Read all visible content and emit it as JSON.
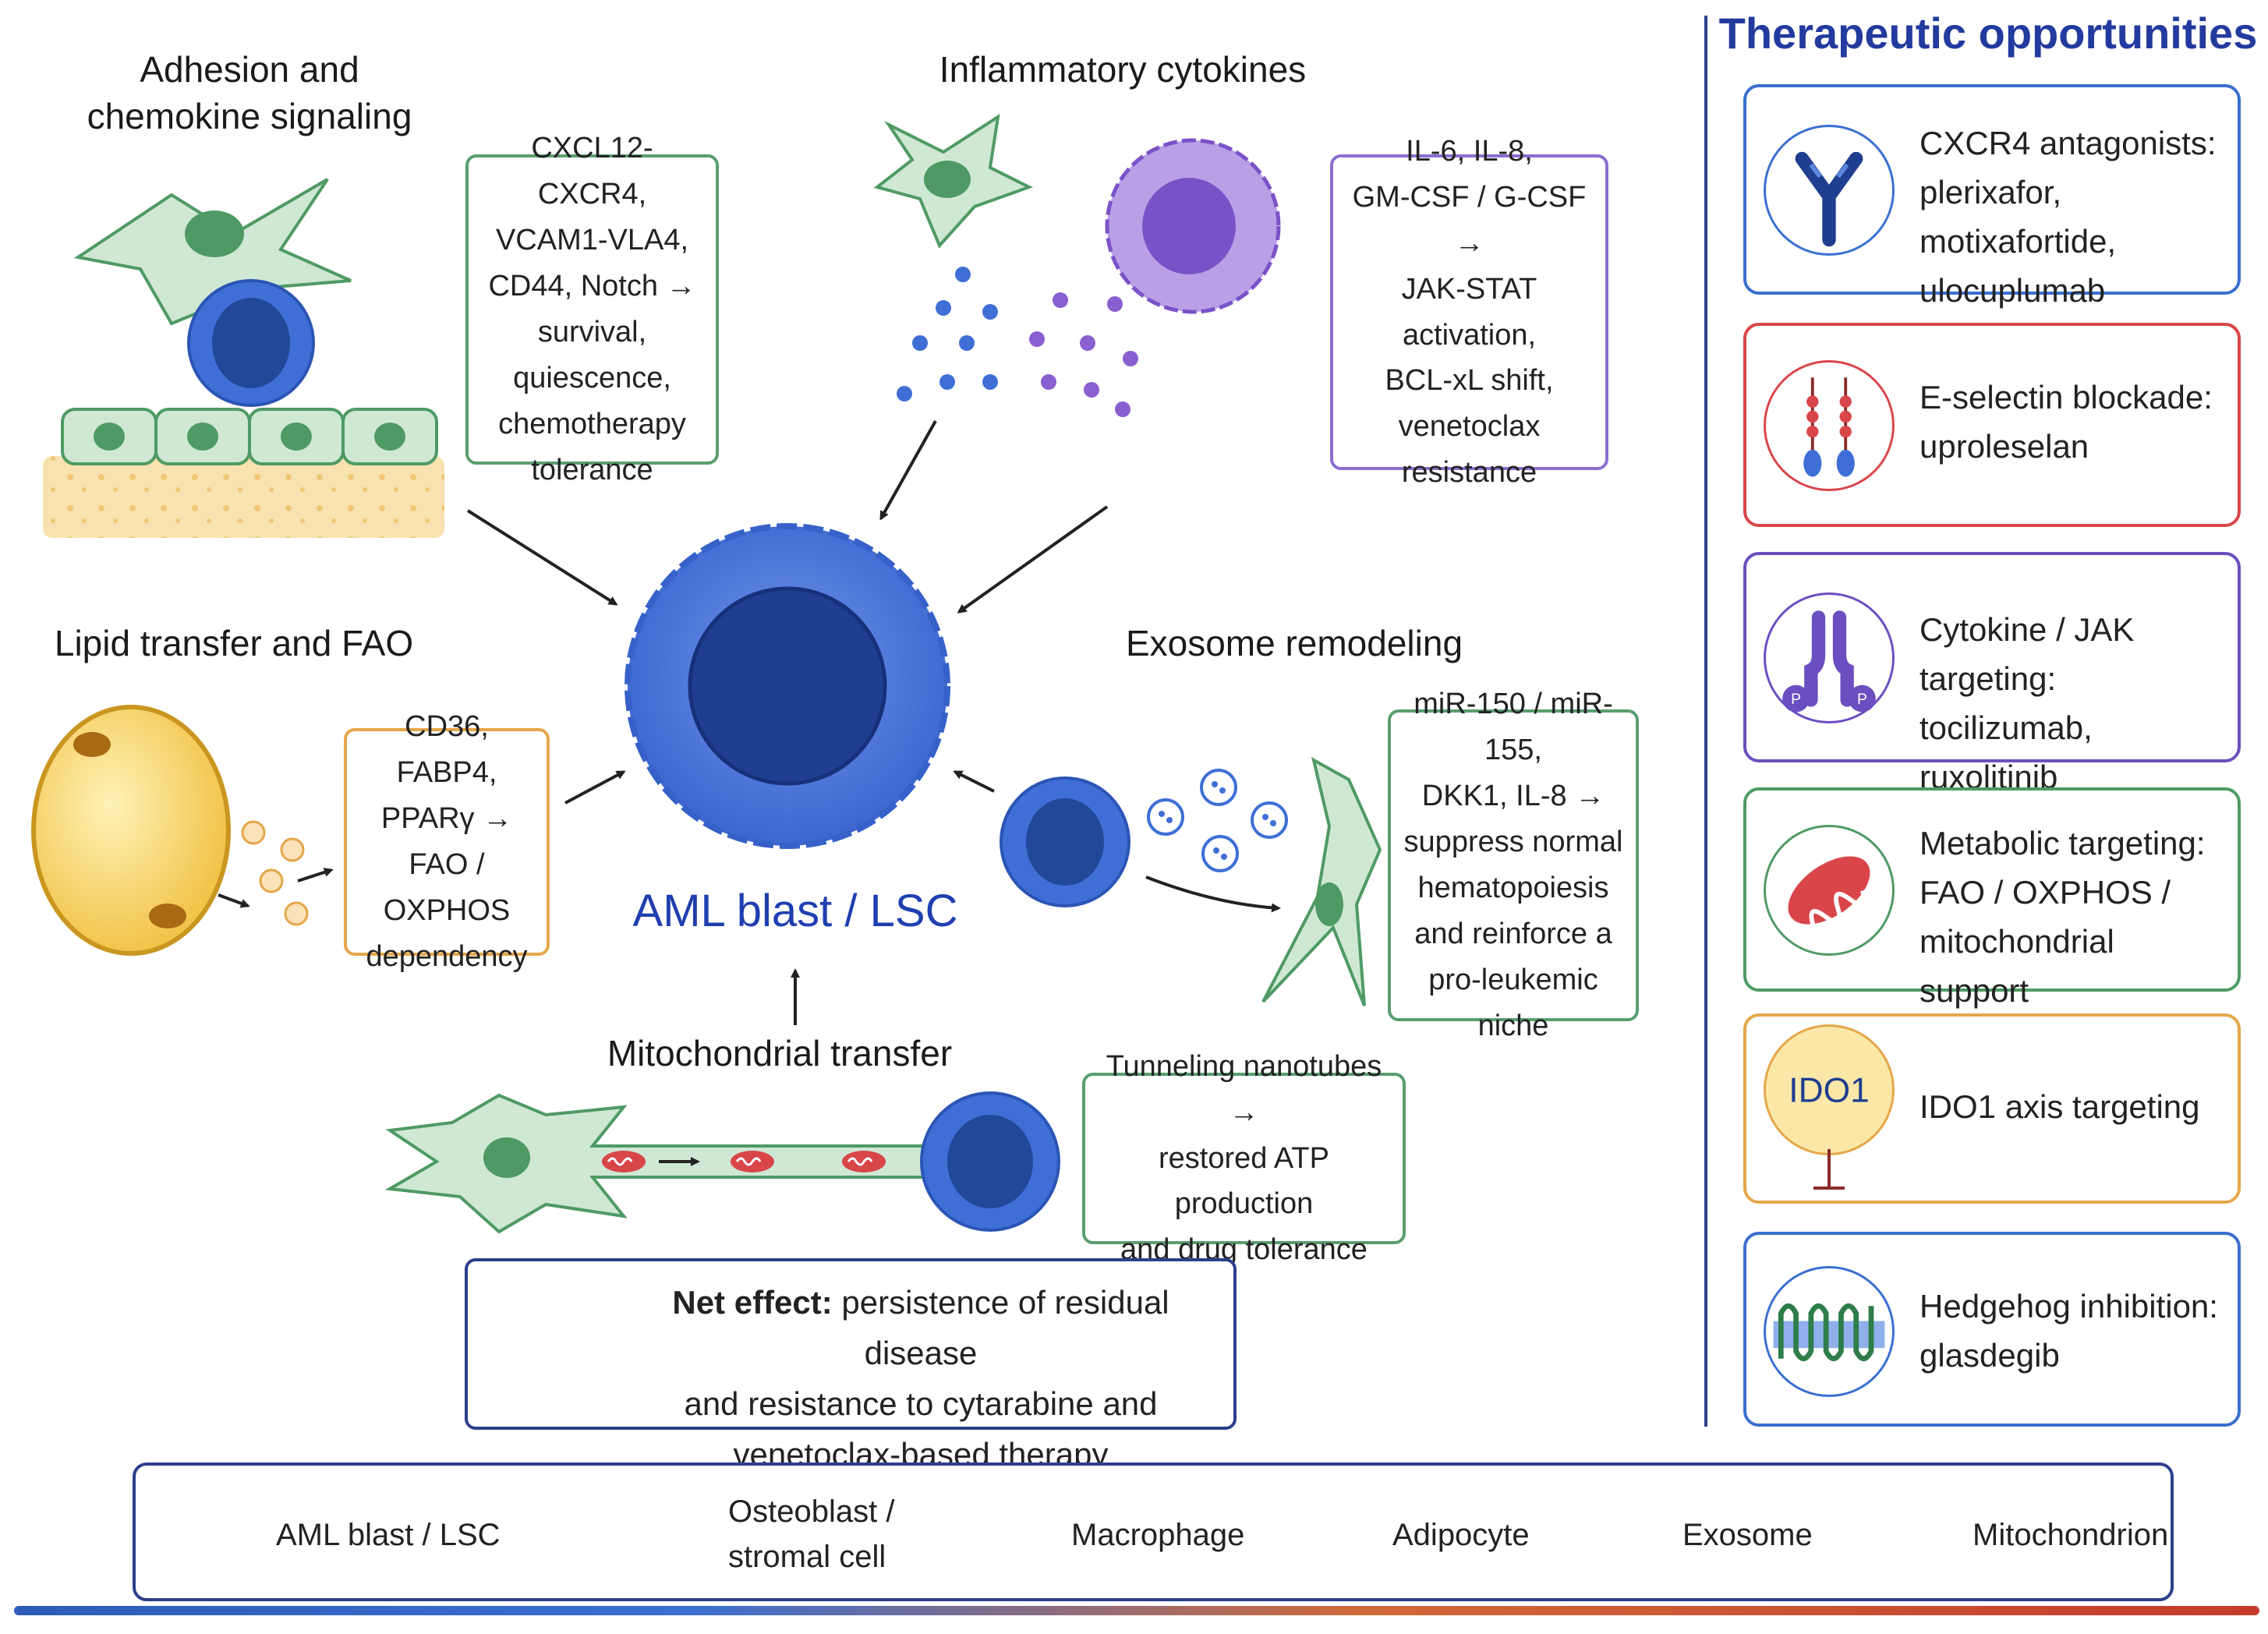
{
  "sections": {
    "adhesion": {
      "title": "Adhesion and\nchemokine signaling",
      "box": "CXCL12-CXCR4,\nVCAM1-VLA4,\nCD44, Notch →\nsurvival, quiescence,\nchemotherapy\ntolerance"
    },
    "cytokines": {
      "title": "Inflammatory cytokines",
      "box": "IL-6, IL-8,\nGM-CSF / G-CSF →\nJAK-STAT activation,\nBCL-xL shift,\nvenetoclax\nresistance"
    },
    "lipid": {
      "title": "Lipid transfer and FAO",
      "box": "CD36, FABP4,\nPPARγ →\nFAO / OXPHOS\ndependency"
    },
    "exosome": {
      "title": "Exosome remodeling",
      "box": "miR-150 / miR-155,\nDKK1, IL-8 →\nsuppress normal\nhematopoiesis\nand reinforce a\npro-leukemic niche"
    },
    "mito": {
      "title": "Mitochondrial transfer",
      "box": "Tunneling nanotubes →\nrestored ATP production\nand drug tolerance"
    }
  },
  "center_label": "AML blast / LSC",
  "net_effect": {
    "bold": "Net effect:",
    "line1": "persistence of residual disease",
    "line2": "and resistance to cytarabine and",
    "line3": "venetoclax-based therapy"
  },
  "therapeutic": {
    "title": "Therapeutic opportunities",
    "items": [
      {
        "text": "CXCR4 antagonists:\nplerixafor, motixafortide,\nulocuplumab",
        "color": "#3a6fd0",
        "icon": "antibody-icon"
      },
      {
        "text": "E-selectin blockade:\nuproleselan",
        "color": "#d9464a",
        "icon": "selectin-icon"
      },
      {
        "text": "Cytokine / JAK targeting:\ntocilizumab, ruxolitinib",
        "color": "#6b4fc0",
        "icon": "receptor-icon"
      },
      {
        "text": "Metabolic targeting:\nFAO / OXPHOS /\nmitochondrial support",
        "color": "#4f9a64",
        "icon": "mitochondrion-icon"
      },
      {
        "text": "IDO1 axis targeting",
        "color": "#e5a64a",
        "icon": "ido1-icon",
        "icon_text": "IDO1"
      },
      {
        "text": "Hedgehog inhibition:\nglasdegib",
        "color": "#3a6fd0",
        "icon": "smoothened-icon"
      }
    ]
  },
  "legend": [
    {
      "label": "AML blast / LSC",
      "icon": "aml-blast-icon"
    },
    {
      "label": "Osteoblast /\nstromal cell",
      "icon": "stromal-cell-icon"
    },
    {
      "label": "Macrophage",
      "icon": "macrophage-icon"
    },
    {
      "label": "Adipocyte",
      "icon": "adipocyte-icon"
    },
    {
      "label": "Exosome",
      "icon": "exosome-icon"
    },
    {
      "label": "Mitochondrion",
      "icon": "mitochondrion-icon"
    }
  ],
  "colors": {
    "blast": "#3f6fd6",
    "blast_nucleus": "#22489a",
    "stromal": "#cfe8d4",
    "stromal_nucleus": "#4f9a64",
    "macrophage": "#b9a0e6",
    "macrophage_nucleus": "#7a52c8",
    "adipocyte": "#f5cf5a",
    "mito": "#d9464a",
    "arrow": "#222222"
  }
}
